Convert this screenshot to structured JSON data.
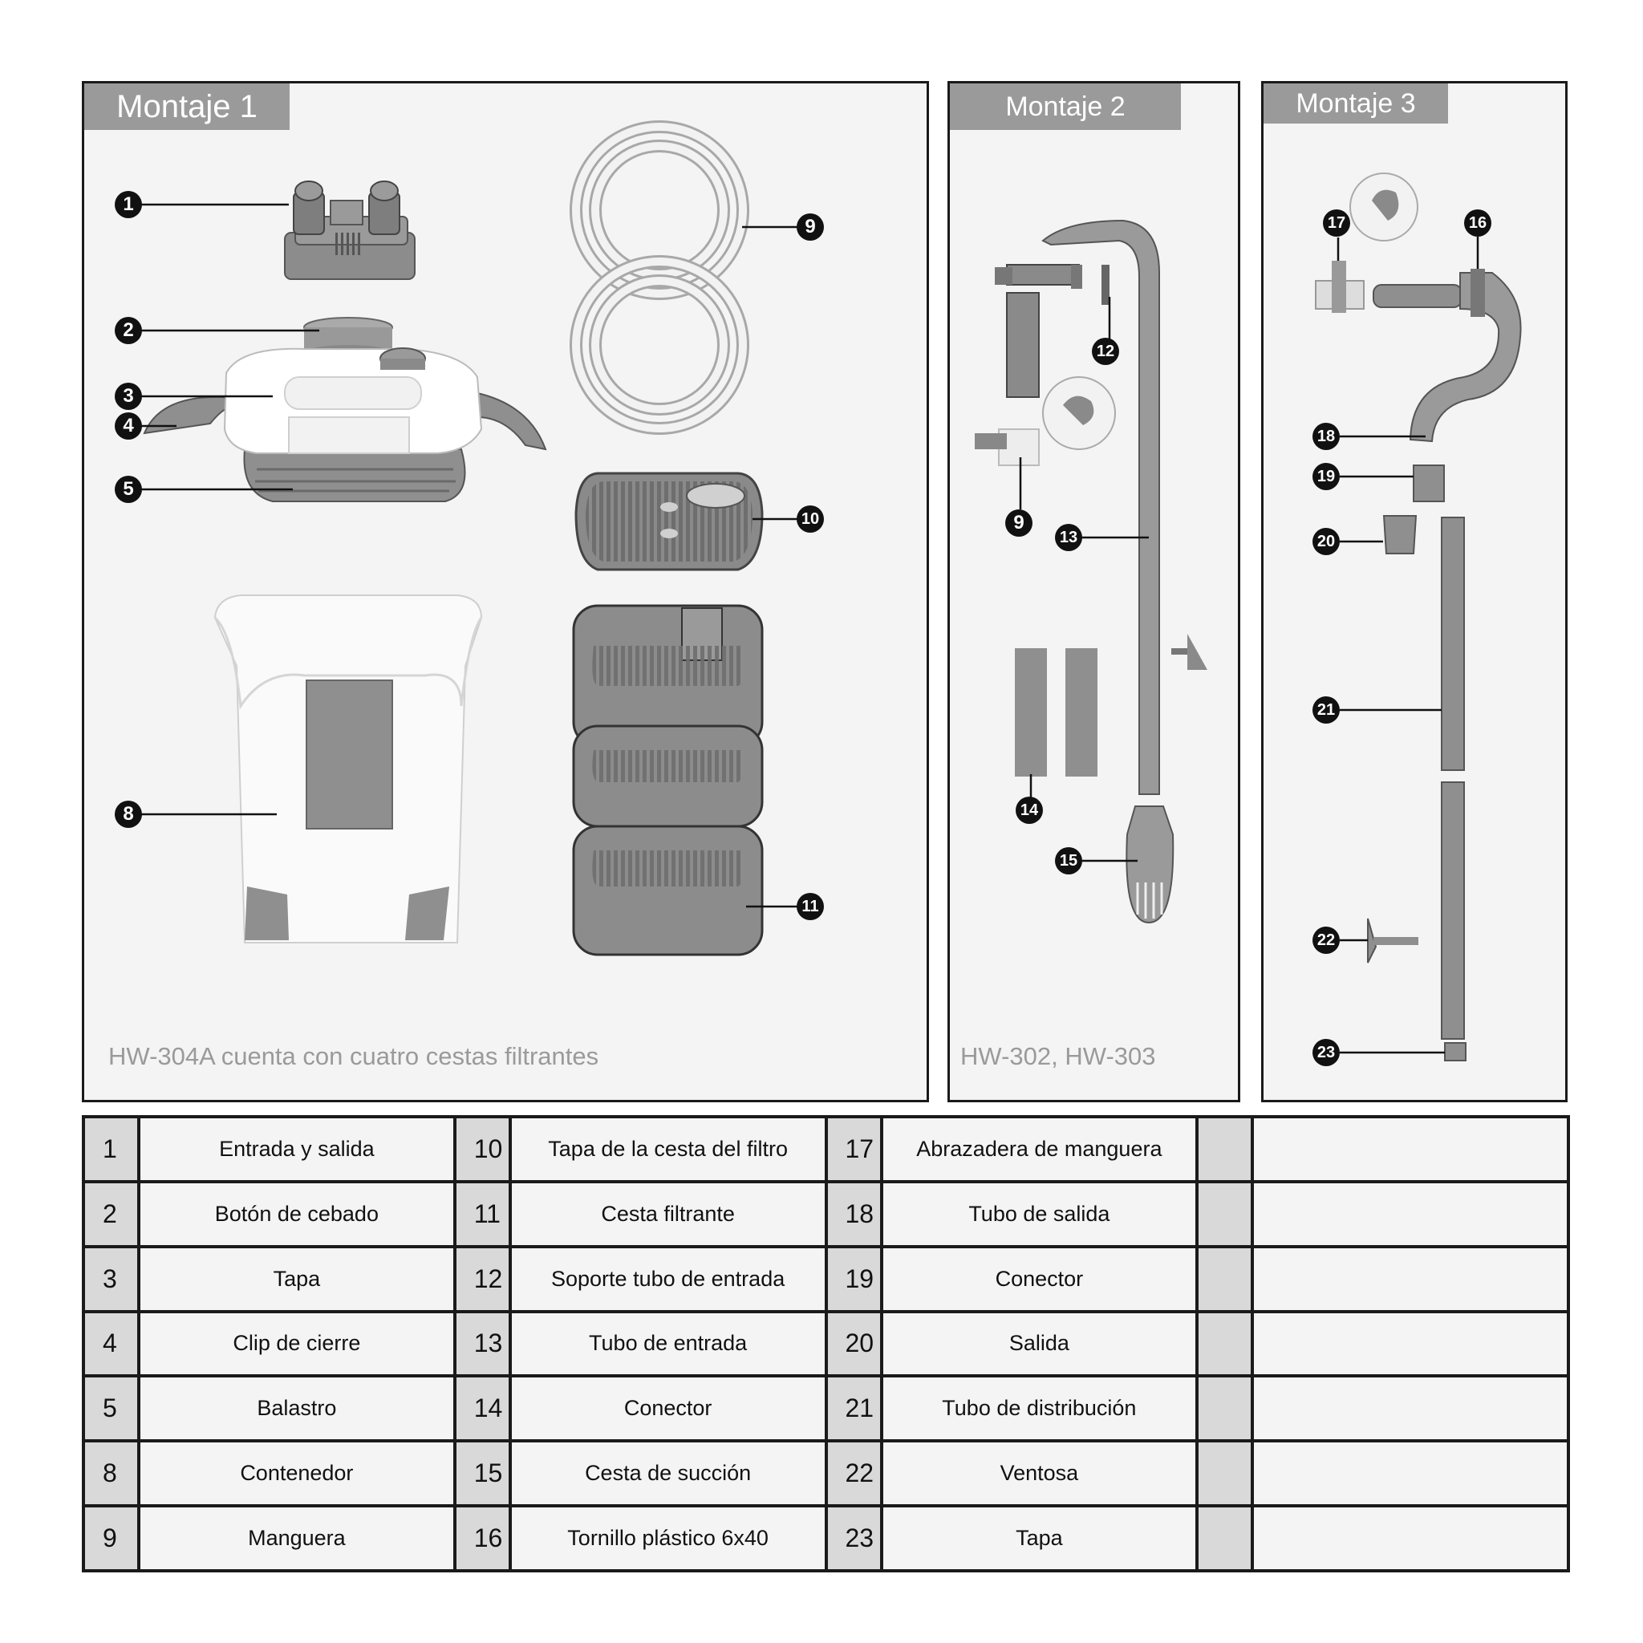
{
  "panels": {
    "p1": {
      "title": "Montaje 1",
      "note": "HW-304A cuenta con cuatro cestas filtrantes"
    },
    "p2": {
      "title": "Montaje 2",
      "note": "HW-302, HW-303"
    },
    "p3": {
      "title": "Montaje 3"
    }
  },
  "callouts": [
    "1",
    "2",
    "3",
    "4",
    "5",
    "8",
    "9",
    "10",
    "11",
    "12",
    "9",
    "13",
    "14",
    "15",
    "17",
    "16",
    "18",
    "19",
    "20",
    "21",
    "22",
    "23"
  ],
  "parts_table": [
    [
      {
        "num": "1",
        "label": "Entrada y salida"
      },
      {
        "num": "10",
        "label": "Tapa de la cesta del filtro"
      },
      {
        "num": "17",
        "label": "Abrazadera de manguera"
      },
      {
        "num": "",
        "label": ""
      }
    ],
    [
      {
        "num": "2",
        "label": "Botón de cebado"
      },
      {
        "num": "11",
        "label": "Cesta filtrante"
      },
      {
        "num": "18",
        "label": "Tubo de salida"
      },
      {
        "num": "",
        "label": ""
      }
    ],
    [
      {
        "num": "3",
        "label": "Tapa"
      },
      {
        "num": "12",
        "label": "Soporte tubo de entrada"
      },
      {
        "num": "19",
        "label": "Conector"
      },
      {
        "num": "",
        "label": ""
      }
    ],
    [
      {
        "num": "4",
        "label": "Clip de cierre"
      },
      {
        "num": "13",
        "label": "Tubo de entrada"
      },
      {
        "num": "20",
        "label": "Salida"
      },
      {
        "num": "",
        "label": ""
      }
    ],
    [
      {
        "num": "5",
        "label": "Balastro"
      },
      {
        "num": "14",
        "label": "Conector"
      },
      {
        "num": "21",
        "label": "Tubo de distribución"
      },
      {
        "num": "",
        "label": ""
      }
    ],
    [
      {
        "num": "8",
        "label": "Contenedor"
      },
      {
        "num": "15",
        "label": "Cesta de succión"
      },
      {
        "num": "22",
        "label": "Ventosa"
      },
      {
        "num": "",
        "label": ""
      }
    ],
    [
      {
        "num": "9",
        "label": "Manguera"
      },
      {
        "num": "16",
        "label": "Tornillo plástico 6x40"
      },
      {
        "num": "23",
        "label": "Tapa"
      },
      {
        "num": "",
        "label": ""
      }
    ]
  ]
}
